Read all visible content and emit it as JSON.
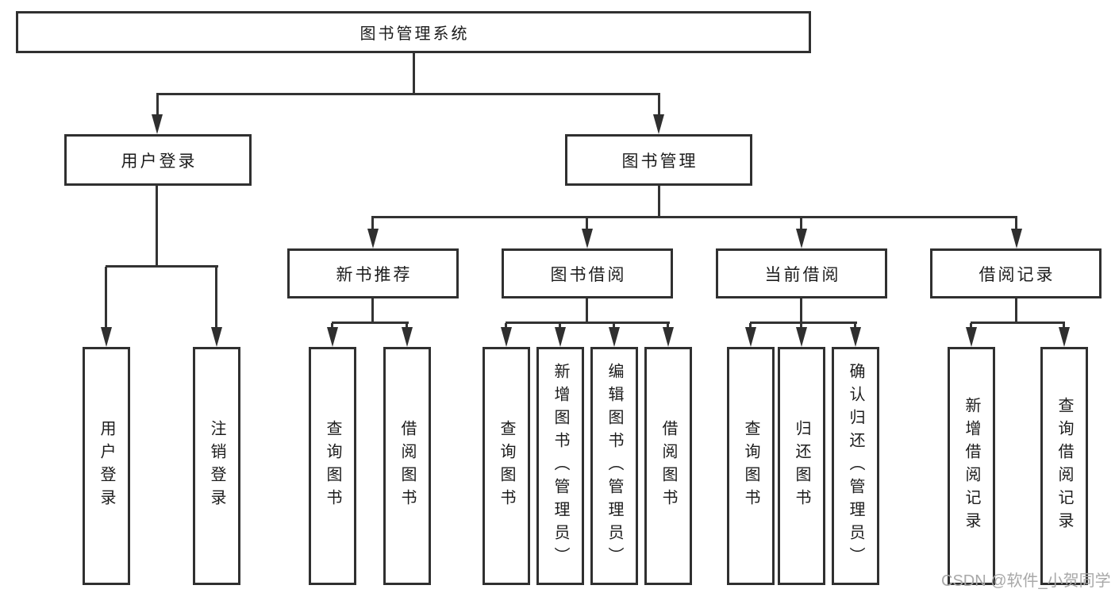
{
  "tree": {
    "root": "图书管理系统",
    "branches": [
      {
        "label": "用户登录",
        "children": [
          "用户登录",
          "注销登录"
        ]
      },
      {
        "label": "图书管理",
        "sections": [
          {
            "label": "新书推荐",
            "children": [
              "查询图书",
              "借阅图书"
            ]
          },
          {
            "label": "图书借阅",
            "children": [
              "查询图书",
              "新增图书（管理员）",
              "编辑图书（管理员）",
              "借阅图书"
            ]
          },
          {
            "label": "当前借阅",
            "children": [
              "查询图书",
              "归还图书",
              "确认归还（管理员）"
            ]
          },
          {
            "label": "借阅记录",
            "children": [
              "新增借阅记录",
              "查询借阅记录"
            ]
          }
        ]
      }
    ]
  },
  "watermark": "CSDN @软件_小贺同学",
  "colors": {
    "line": "#333333",
    "border": "#303030",
    "text": "#1c1c1c",
    "background": "#ffffff",
    "watermark": "#a8a8a8"
  }
}
